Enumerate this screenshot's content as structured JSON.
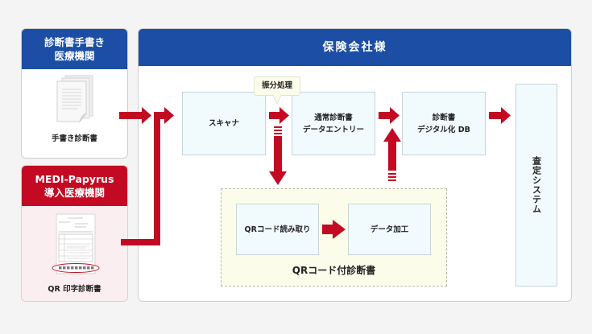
{
  "left_panels": {
    "handwritten": {
      "title": "診断書手書き\n医療機関",
      "doc_icon": "document-stack-icon",
      "caption": "手書き診断書"
    },
    "medi_papyrus": {
      "title": "MEDI-Papyrus\n導入医療機関",
      "doc_icon": "qr-printed-form-icon",
      "caption": "QR 印字診断書"
    }
  },
  "insurer_panel": {
    "title": "保険会社様",
    "tooltip": "振分処理",
    "boxes": {
      "scanner": "スキャナ",
      "data_entry": "通常診断書\nデータエントリー",
      "digital_db": "診断書\nデジタル化 DB",
      "assessment": "査定システム",
      "qr_read": "QRコード読み取り",
      "data_processing": "データ加工"
    },
    "qr_group_label": "QRコード付診断書"
  },
  "colors": {
    "header_blue": "#1b4ea4",
    "header_red": "#c40a23",
    "arrow_red": "#c40a23",
    "box_fill": "#f1fbfe",
    "group_fill": "#fbfdea"
  }
}
